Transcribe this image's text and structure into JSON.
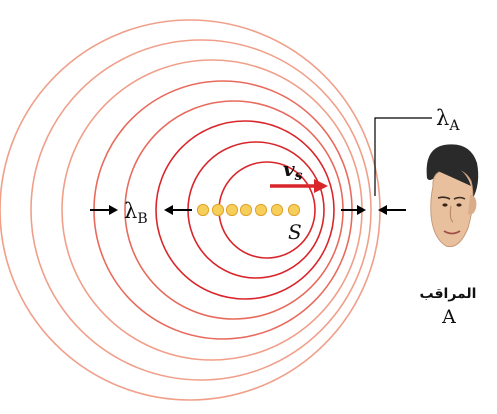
{
  "colors": {
    "wave_outer": "#f0a08a",
    "wave_mid": "#e86a5c",
    "wave_inner": "#d9262b",
    "source_dot": "#f5cf5a",
    "source_dot_stroke": "#e0a32a",
    "velocity_arrow": "#d9262b",
    "marker": "#000000"
  },
  "icons": {
    "observer": "observer-face-icon"
  },
  "labels": {
    "lambda_a_symbol": "λ",
    "lambda_a_sub": "A",
    "lambda_b_symbol": "λ",
    "lambda_b_sub": "B",
    "velocity_symbol": "v",
    "velocity_sub": "s",
    "source": "S",
    "observer_title": "المراقب",
    "observer_id": "A"
  }
}
